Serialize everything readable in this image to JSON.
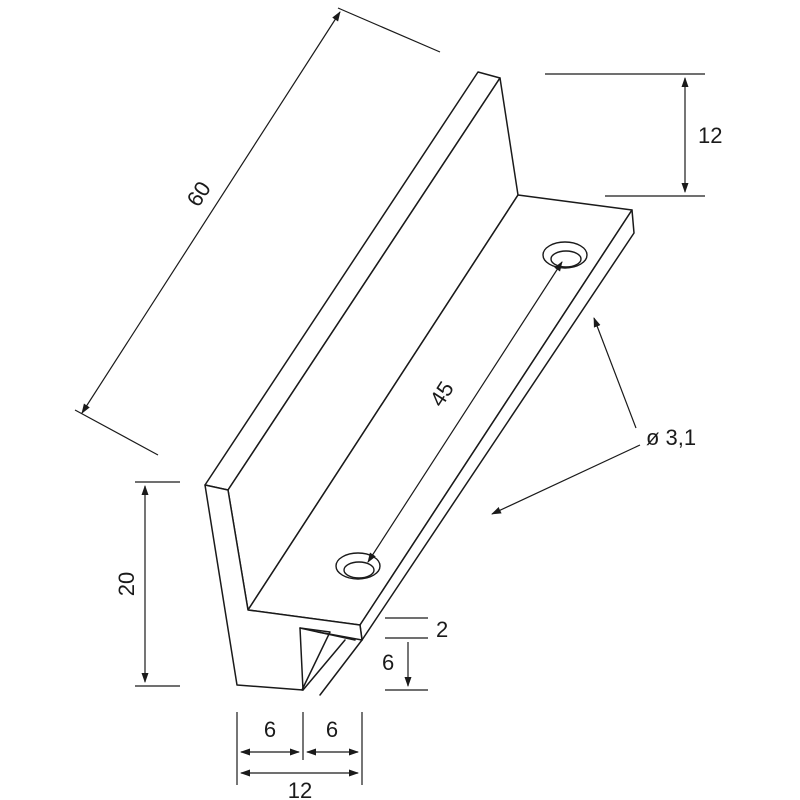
{
  "dimensions": {
    "length": "60",
    "flange_height": "12",
    "hole_spacing": "45",
    "hole_diameter": "ø 3,1",
    "total_height": "20",
    "lip_thickness": "2",
    "lip_height": "6",
    "width_left": "6",
    "width_right": "6",
    "total_width": "12"
  },
  "colors": {
    "line": "#1a1a1a",
    "background": "#ffffff"
  }
}
